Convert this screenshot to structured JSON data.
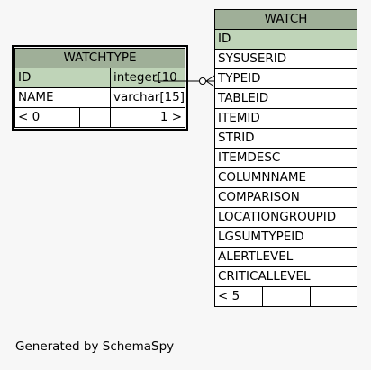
{
  "watchtype": {
    "title": "WATCHTYPE",
    "columns": [
      {
        "name": "ID",
        "type": "integer[10"
      },
      {
        "name": "NAME",
        "type": "varchar[15]"
      }
    ],
    "footer": {
      "parents": "< 0",
      "children": "1 >"
    }
  },
  "watch": {
    "title": "WATCH",
    "columns": [
      "ID",
      "SYSUSERID",
      "TYPEID",
      "TABLEID",
      "ITEMID",
      "STRID",
      "ITEMDESC",
      "COLUMNNAME",
      "COMPARISON",
      "LOCATIONGROUPID",
      "LGSUMTYPEID",
      "ALERTLEVEL",
      "CRITICALLEVEL"
    ],
    "footer": {
      "parents": "< 5"
    }
  },
  "footer_text": "Generated by SchemaSpy",
  "colors": {
    "header_bg": "#9faf98",
    "pk_bg": "#bfd4b8",
    "table_bg": "#ffffff",
    "page_bg": "#f7f7f7"
  }
}
